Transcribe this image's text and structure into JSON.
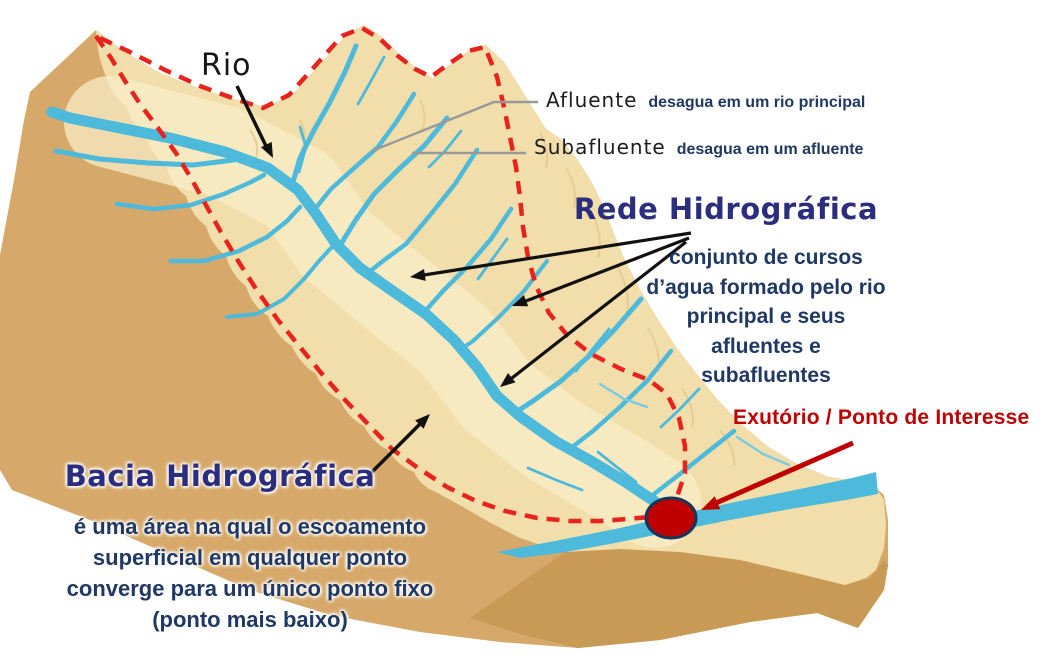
{
  "rio": {
    "label": "Rio"
  },
  "legend": {
    "afluente_term": "Afluente",
    "afluente_desc": "desagua em um rio principal",
    "subafluente_term": "Subafluente",
    "subafluente_desc": "desagua em um afluente"
  },
  "rede": {
    "title": "Rede Hidrográfica",
    "desc_lines": [
      "conjunto de cursos",
      "d’agua formado pelo rio",
      "principal e seus",
      "afluentes e",
      "subafluentes"
    ]
  },
  "exutorio": {
    "label": "Exutório / Ponto de Interesse"
  },
  "bacia": {
    "title": "Bacia Hidrográfica",
    "desc_lines": [
      "é uma área na qual o escoamento",
      "superficial em qualquer ponto",
      "converge para um único ponto fixo",
      "(ponto mais baixo)"
    ]
  },
  "colors": {
    "terrain_top": "#F2DEAB",
    "terrain_valley": "#F8ECC7",
    "terrain_side": "#D6A96A",
    "terrain_front": "#C89A55",
    "river_blue": "#4DB9DB",
    "boundary_red": "#E8231D",
    "outlet_red": "#C00000",
    "text_navy": "#1F3864",
    "title_navy": "#2B2D7E",
    "leader_gray": "#999999",
    "arrow_black": "#111111"
  }
}
